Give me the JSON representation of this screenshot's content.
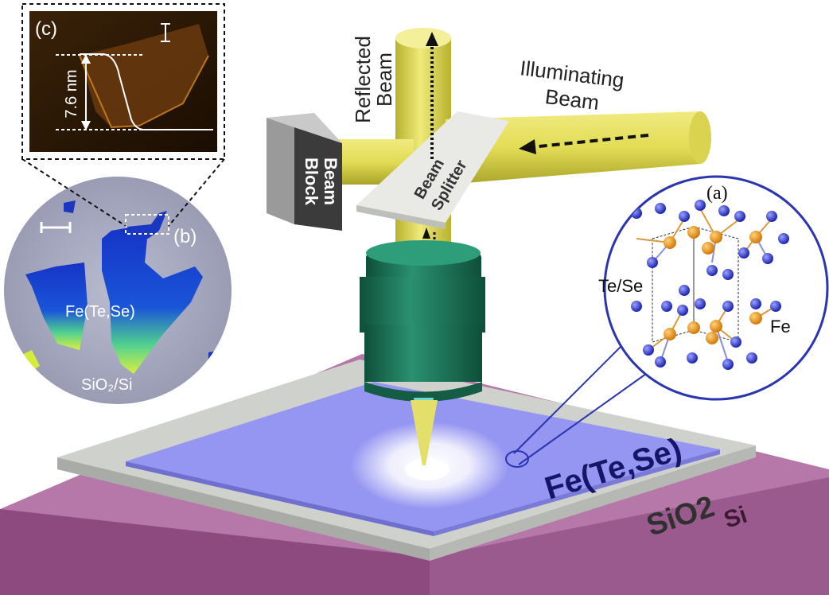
{
  "labels": {
    "reflected_line1": "Reflected",
    "reflected_line2": "Beam",
    "illuminating_line1": "Illuminating",
    "illuminating_line2": "Beam",
    "beam_block_line1": "Beam",
    "beam_block_line2": "Block",
    "beam_splitter_line1": "Beam",
    "beam_splitter_line2": "Splitter",
    "sample_material": "Fe(Te,Se)",
    "oxide_layer": "SiO2",
    "substrate": "Si"
  },
  "panel_a": {
    "tag": "(a)",
    "label_tese": "Te/Se",
    "label_fe": "Fe"
  },
  "panel_b": {
    "tag": "(b)",
    "label_flake": "Fe(Te,Se)",
    "label_substrate": "SiO₂/Si"
  },
  "panel_c": {
    "tag": "(c)",
    "height_label": "7.6 nm"
  },
  "colors": {
    "beam": "#e6e05a",
    "objective": "#1f7a5a",
    "sample": "#8f8ff0",
    "oxide": "#c7cbc6",
    "substrate": "#a35f93",
    "fe_atom": "#e8941a",
    "chalcogen_atom": "#2b33c9"
  }
}
